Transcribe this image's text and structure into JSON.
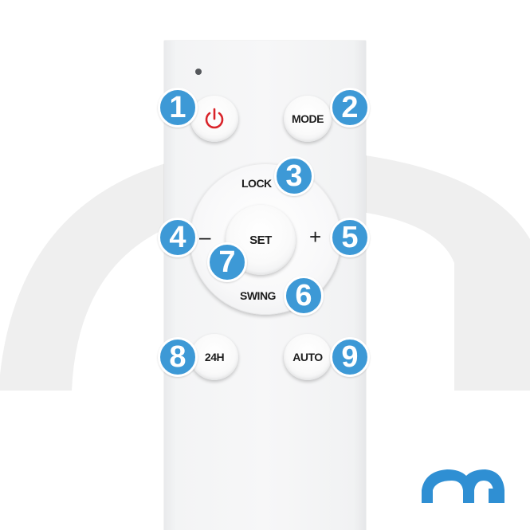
{
  "colors": {
    "badge": "#3d99d6",
    "power_icon": "#d9242a",
    "background_arch": "#efefef",
    "logo": "#2f8fd3"
  },
  "remote": {
    "power_button": {
      "icon": "power-icon",
      "badge": "1"
    },
    "mode_button": {
      "label": "MODE",
      "badge": "2"
    },
    "lock_label": {
      "label": "LOCK",
      "badge": "3"
    },
    "minus_button": {
      "label": "–",
      "badge": "4"
    },
    "plus_button": {
      "label": "+",
      "badge": "5"
    },
    "swing_label": {
      "label": "SWING",
      "badge": "6"
    },
    "set_button": {
      "label": "SET",
      "badge": "7"
    },
    "timer_button": {
      "label": "24H",
      "badge": "8"
    },
    "auto_button": {
      "label": "AUTO",
      "badge": "9"
    }
  },
  "branding": {
    "logo": "brand-logo-icon"
  }
}
